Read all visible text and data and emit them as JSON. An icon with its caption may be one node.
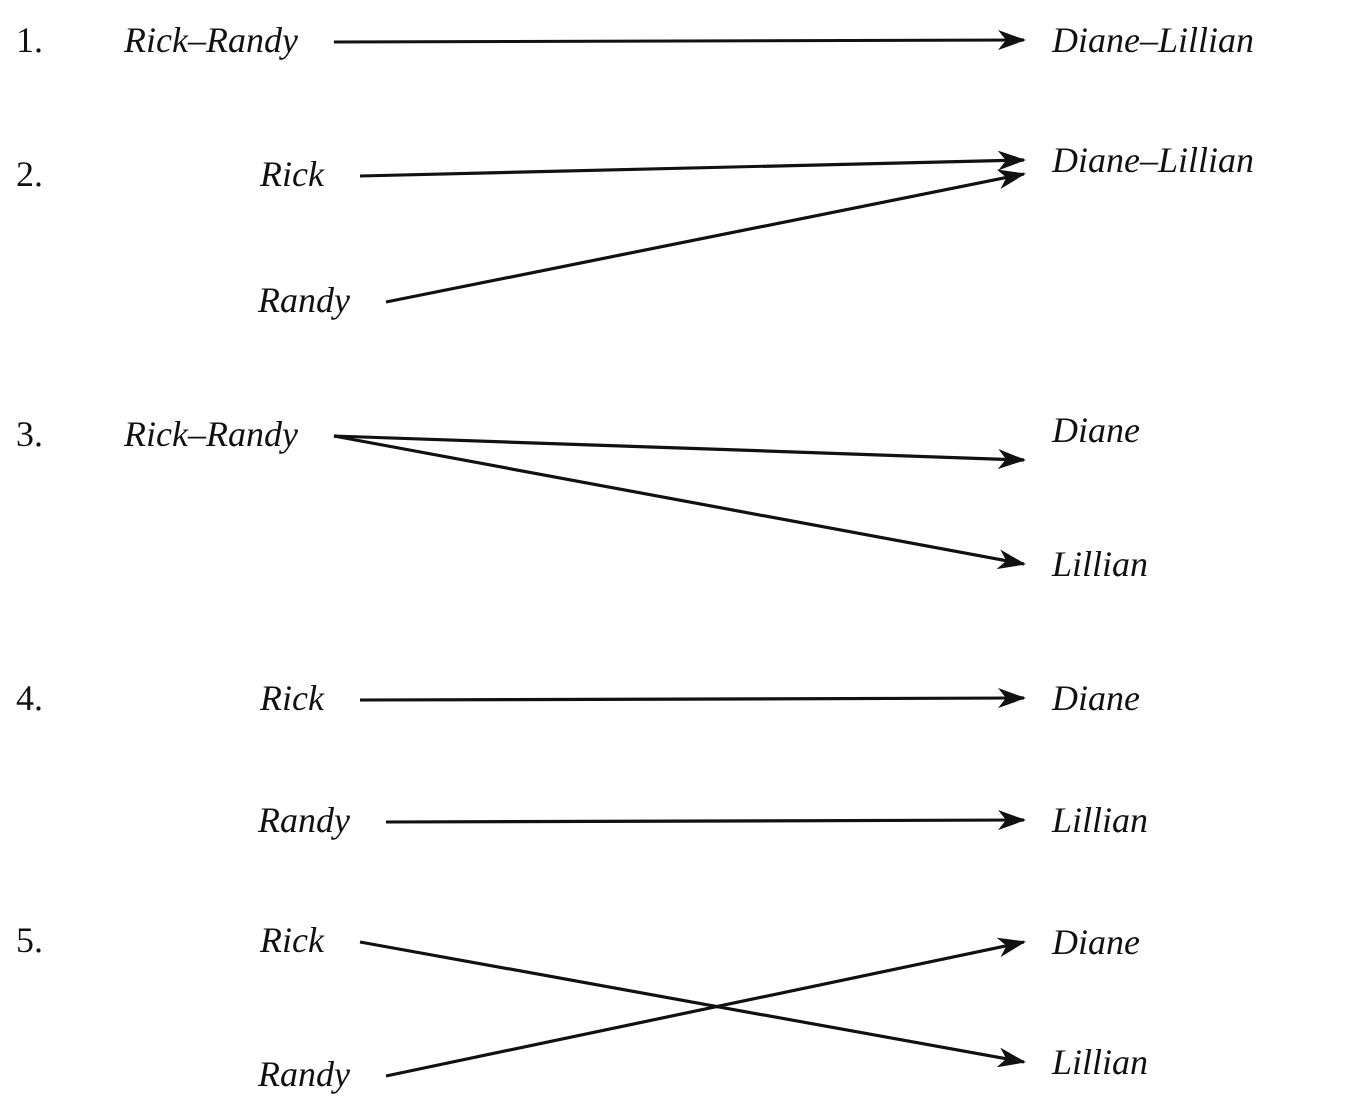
{
  "diagram": {
    "nodes": [
      {
        "text": [
          "Rick–Randy"
        ]
      },
      {
        "text": [
          "Diane–Lillian"
        ]
      },
      {
        "text": [
          "Rick"
        ]
      },
      {
        "text": [
          "Diane–Lillian"
        ]
      },
      {
        "text": [
          "Randy"
        ]
      },
      {
        "text": [
          "Rick–Randy"
        ]
      },
      {
        "text": [
          "Diane"
        ]
      },
      {
        "text": [
          "Lillian"
        ]
      },
      {
        "text": [
          "Rick"
        ]
      },
      {
        "text": [
          "Diane"
        ]
      },
      {
        "text": [
          "Randy"
        ]
      },
      {
        "text": [
          "Lillian"
        ]
      },
      {
        "text": [
          "Rick"
        ]
      },
      {
        "text": [
          "Diane"
        ]
      },
      {
        "text": [
          "Randy"
        ]
      },
      {
        "text": [
          "Lillian"
        ]
      }
    ],
    "edges": [
      {
        "from": 0,
        "to": 1,
        "arrow": "to"
      },
      {
        "from": 2,
        "to": 3,
        "arrow": "to"
      },
      {
        "from": 4,
        "to": 3,
        "arrow": "to"
      },
      {
        "from": 5,
        "to": 6,
        "arrow": "to"
      },
      {
        "from": 5,
        "to": 7,
        "arrow": "to"
      },
      {
        "from": 8,
        "to": 9,
        "arrow": "to"
      },
      {
        "from": 10,
        "to": 11,
        "arrow": "to"
      },
      {
        "from": 12,
        "to": 15,
        "arrow": "to"
      },
      {
        "from": 14,
        "to": 13,
        "arrow": "to"
      }
    ],
    "labels": [
      "1.",
      "2.",
      "3.",
      "4.",
      "5."
    ]
  }
}
